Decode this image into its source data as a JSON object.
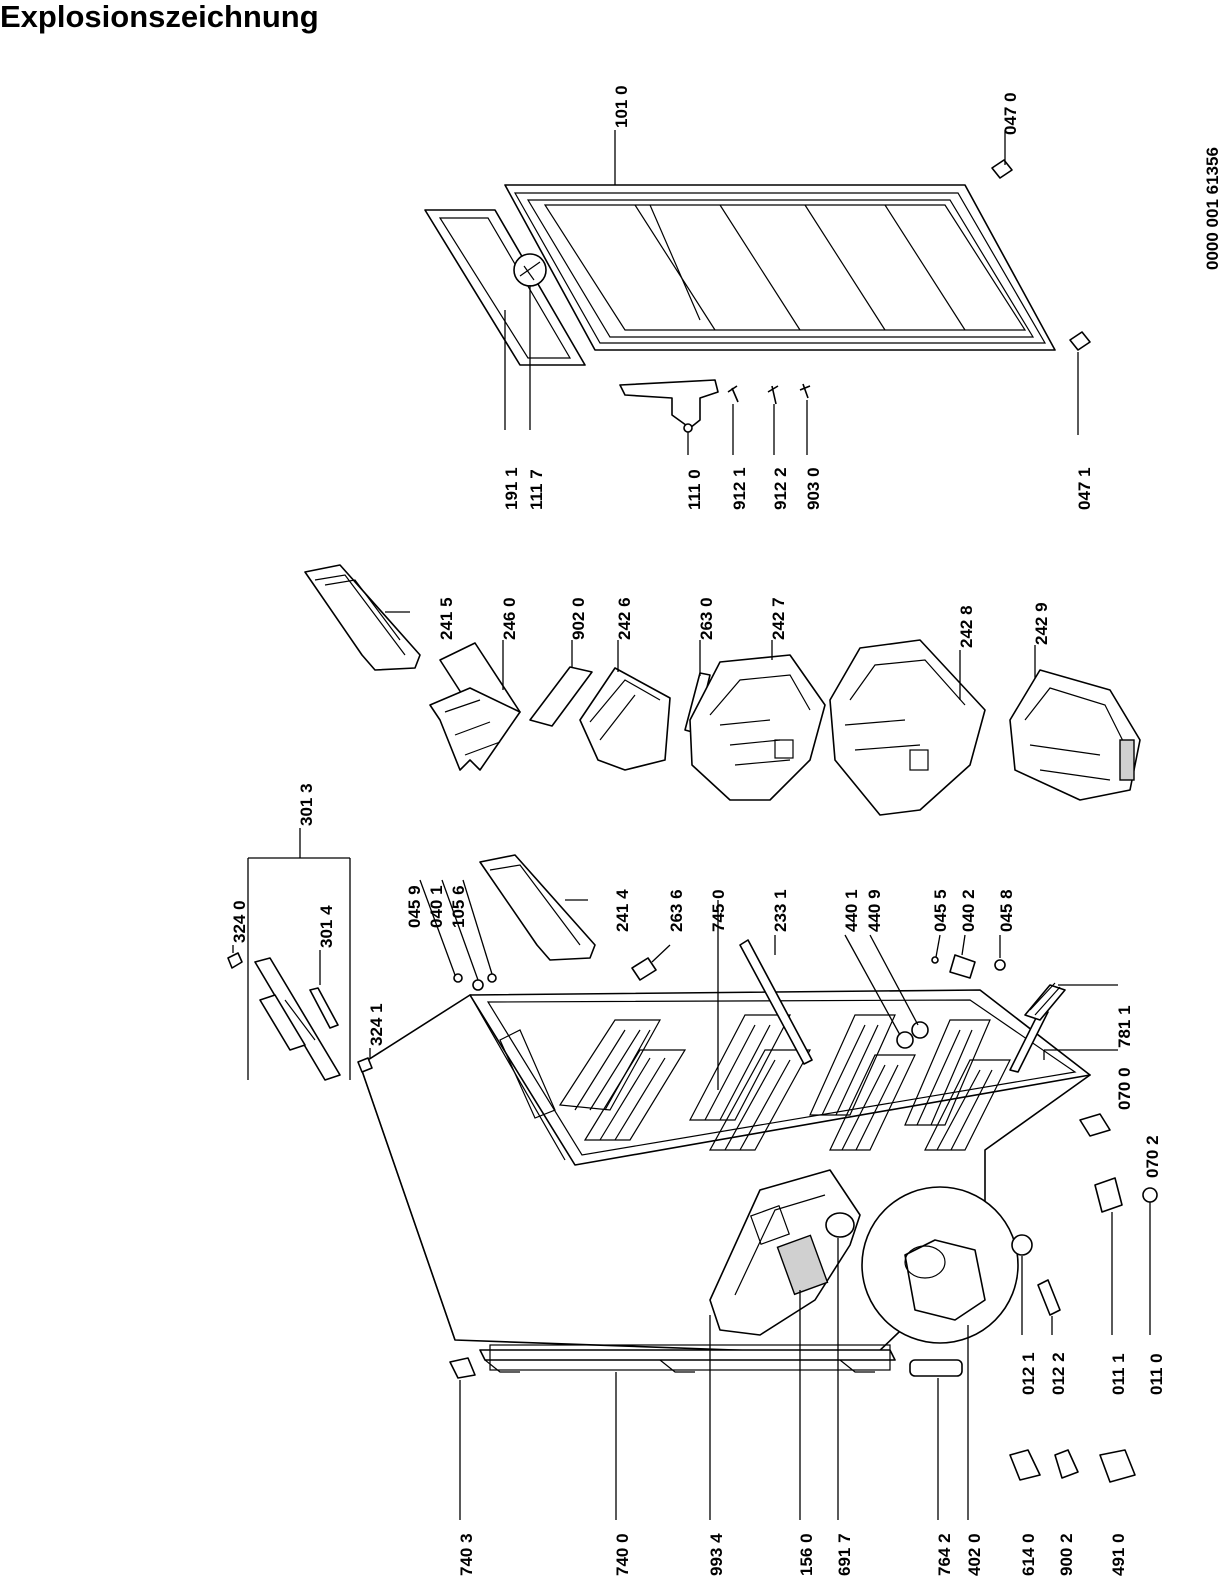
{
  "title": "Explosionszeichnung",
  "doc_number": "0000 001 61356",
  "parts": [
    "101 0",
    "047 0",
    "191 1",
    "111 7",
    "111 0",
    "912 1",
    "912 2",
    "903 0",
    "047 1",
    "241 5",
    "246 0",
    "902 0",
    "242 6",
    "263 0",
    "242 7",
    "242 8",
    "242 9",
    "301 3",
    "324 0",
    "301 4",
    "324 1",
    "045 9",
    "040 1",
    "105 6",
    "241 4",
    "263 6",
    "745 0",
    "233 1",
    "440 1",
    "440 9",
    "045 5",
    "040 2",
    "045 8",
    "781 1",
    "070 0",
    "070 2",
    "740 3",
    "740 0",
    "993 4",
    "156 0",
    "691 7",
    "764 2",
    "402 0",
    "614 0",
    "900 2",
    "491 0",
    "012 1",
    "012 2",
    "011 1",
    "011 0"
  ]
}
